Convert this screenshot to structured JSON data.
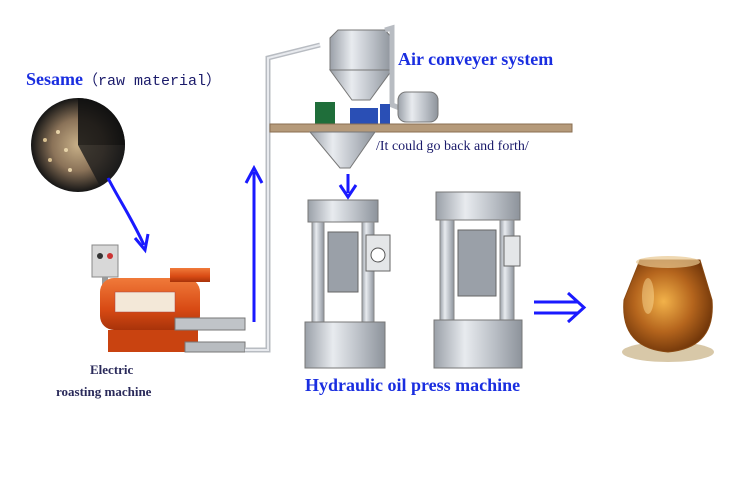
{
  "labels": {
    "sesame": "Sesame",
    "sesame_note": "（raw material）",
    "air_conveyer": "Air conveyer system",
    "back_forth": "/It could go back and forth/",
    "roaster_line1": "Electric",
    "roaster_line2": "roasting machine",
    "press_machine": "Hydraulic oil press machine"
  },
  "colors": {
    "label_blue": "#1a2ee0",
    "arrow_blue": "#1a1aff",
    "roaster_orange": "#e2561c",
    "steel": "#c8ccd2",
    "oil_amber": "#b5651d"
  }
}
